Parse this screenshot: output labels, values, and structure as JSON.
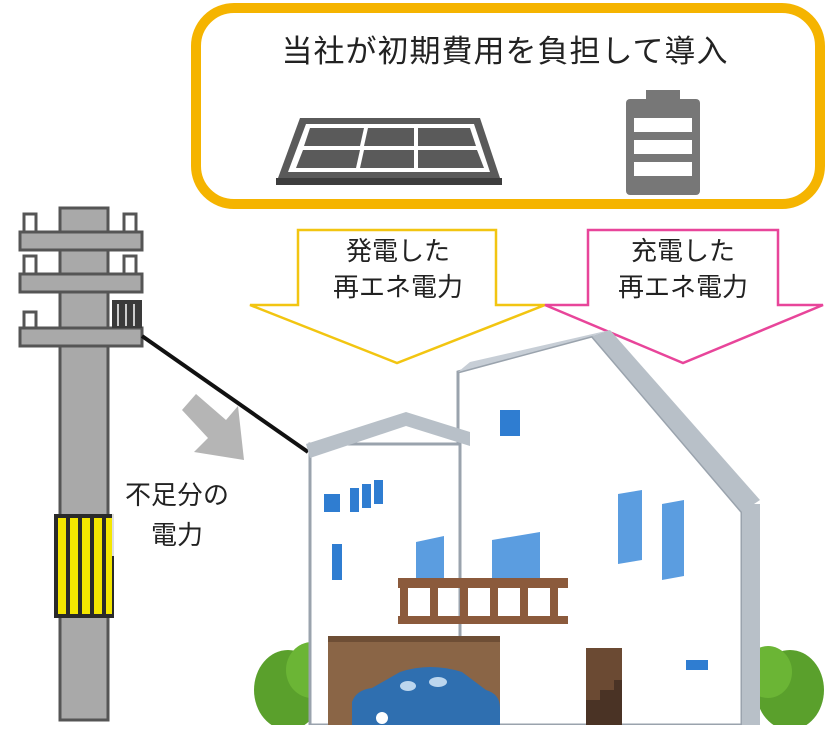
{
  "title_box": {
    "text": "当社が初期費用を負担して導入",
    "border_color": "#F5B400"
  },
  "solar_arrow": {
    "line1": "発電した",
    "line2": "再エネ電力",
    "color": "#F2C511"
  },
  "battery_arrow": {
    "line1": "充電した",
    "line2": "再エネ電力",
    "color": "#E8459A"
  },
  "shortage": {
    "line1": "不足分の",
    "line2": "電力"
  },
  "icons": {
    "solar_panel": "solar-panel-icon",
    "battery": "battery-icon",
    "utility_pole": "utility-pole-illustration",
    "house": "house-illustration",
    "car": "car-illustration"
  }
}
